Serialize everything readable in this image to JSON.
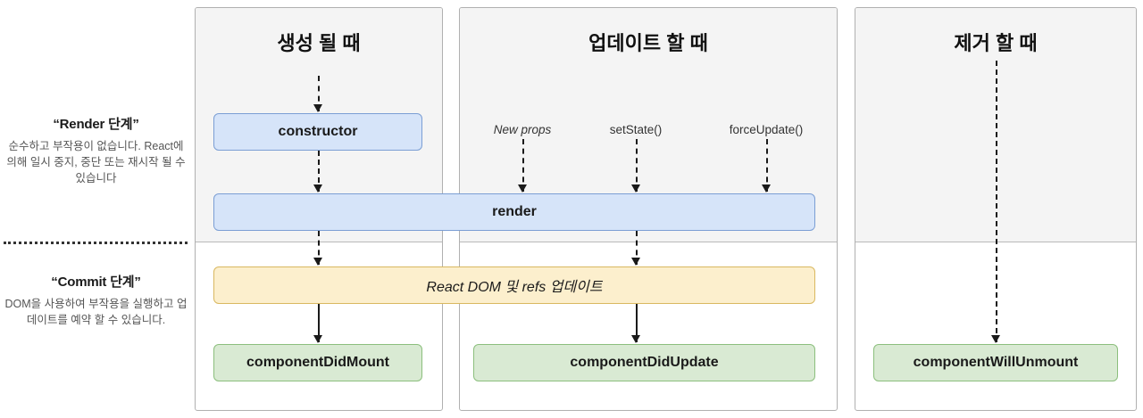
{
  "legend": {
    "render": {
      "title": "“Render 단계”",
      "desc": "순수하고 부작용이 없습니다. React에 의해 일시 중지, 중단 또는 재시작 될 수 있습니다"
    },
    "commit": {
      "title": "“Commit 단계”",
      "desc": "DOM을 사용하여 부작용을 실행하고 업데이트를 예약 할 수 있습니다."
    }
  },
  "columns": {
    "mount": {
      "title": "생성 될 때"
    },
    "update": {
      "title": "업데이트 할 때"
    },
    "unmount": {
      "title": "제거 할 때"
    }
  },
  "triggers": [
    {
      "label": "New props",
      "italic": true
    },
    {
      "label": "setState()",
      "italic": false
    },
    {
      "label": "forceUpdate()",
      "italic": false
    }
  ],
  "nodes": {
    "constructor": "constructor",
    "render": "render",
    "commit_update": "React DOM 및 refs 업데이트",
    "did_mount": "componentDidMount",
    "did_update": "componentDidUpdate",
    "will_unmount": "componentWillUnmount"
  },
  "colors": {
    "render_phase_box": "#d6e4f9",
    "render_phase_border": "#7b9ed4",
    "commit_box": "#fcefcd",
    "commit_border": "#d9b860",
    "lifecycle_box": "#d9ead3",
    "lifecycle_border": "#8cbf7d",
    "panel_top_bg": "#f4f4f4",
    "panel_border": "#b0b0b0",
    "arrow": "#1a1a1a"
  }
}
